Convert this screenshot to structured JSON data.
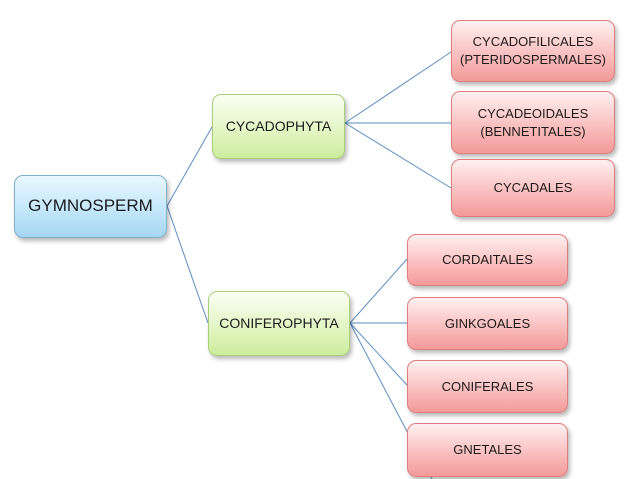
{
  "diagram": {
    "root": {
      "label": "GYMNOSPERM"
    },
    "branches": [
      {
        "label": "CYCADOPHYTA",
        "children": [
          {
            "line1": "CYCADOFILICALES",
            "line2": "(PTERIDOSPERMALES)"
          },
          {
            "line1": "CYCADEOIDALES",
            "line2": "(BENNETITALES)"
          },
          {
            "line1": "CYCADALES",
            "line2": ""
          }
        ]
      },
      {
        "label": "CONIFEROPHYTA",
        "children": [
          {
            "line1": "CORDAITALES",
            "line2": ""
          },
          {
            "line1": "GINKGOALES",
            "line2": ""
          },
          {
            "line1": "CONIFERALES",
            "line2": ""
          },
          {
            "line1": "GNETALES",
            "line2": ""
          }
        ]
      }
    ],
    "colors": {
      "connector": "#5b8ec1",
      "root_fill": "#c4e7fb",
      "branch_fill": "#e3f6c6",
      "leaf_fill": "#fbc4c4"
    }
  }
}
